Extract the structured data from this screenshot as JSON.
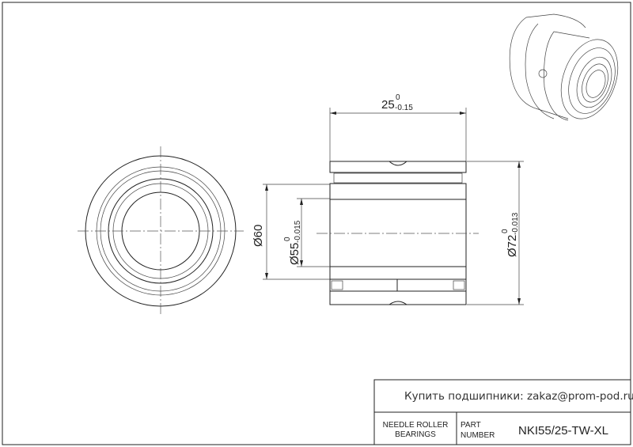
{
  "drawing": {
    "dimensions": {
      "width": {
        "nominal": "25",
        "upper": "0",
        "lower": "-0.15"
      },
      "outer_diameter": {
        "nominal": "Ø72",
        "upper": "0",
        "lower": "-0.013"
      },
      "shaft_diameter": {
        "nominal": "Ø60"
      },
      "bore_diameter": {
        "nominal": "Ø55",
        "upper": "0",
        "lower": "-0.015"
      }
    }
  },
  "title_block": {
    "contact": "Купить подшипники: zakaz@prom-pod.ru",
    "category_line1": "NEEDLE  ROLLER",
    "category_line2": "BEARINGS",
    "part_label_line1": "PART",
    "part_label_line2": "NUMBER",
    "part_number": "NKI55/25-TW-XL"
  }
}
